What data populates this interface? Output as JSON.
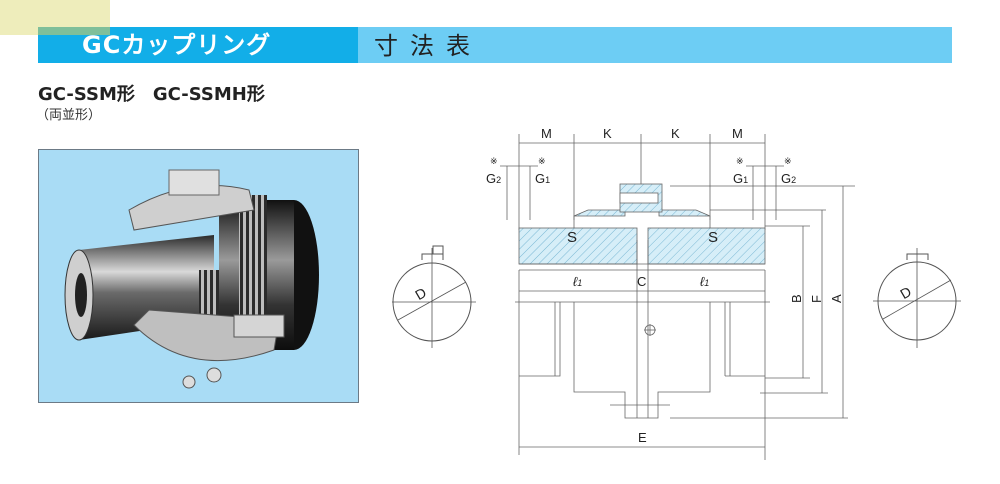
{
  "header": {
    "title": "GCカップリング",
    "subtitle": "寸法表",
    "colors": {
      "title_bg": "#12aee8",
      "bar_bg": "#6dcdf4",
      "corner_tab": "#eeedbb"
    }
  },
  "model": {
    "title": "GC-SSM形　GC-SSMH形",
    "subtitle": "（両並形）"
  },
  "photo": {
    "subject": "gear-coupling-cutaway-photo",
    "background": "#a9dcf5"
  },
  "drawing": {
    "dimension_labels": {
      "M_left": "M",
      "K_left": "K",
      "K_right": "K",
      "M_right": "M",
      "G2_left": "G",
      "G2_left_sub": "2",
      "G1_left": "G",
      "G1_left_sub": "1",
      "G1_right": "G",
      "G1_right_sub": "1",
      "G2_right": "G",
      "G2_right_sub": "2",
      "note_mark": "※",
      "S": "S",
      "l1": "ℓ",
      "l1_sub": "1",
      "C": "C",
      "B": "B",
      "F": "F",
      "A": "A",
      "E": "E",
      "D": "D"
    },
    "hatch_color": "#cdeaf5"
  }
}
